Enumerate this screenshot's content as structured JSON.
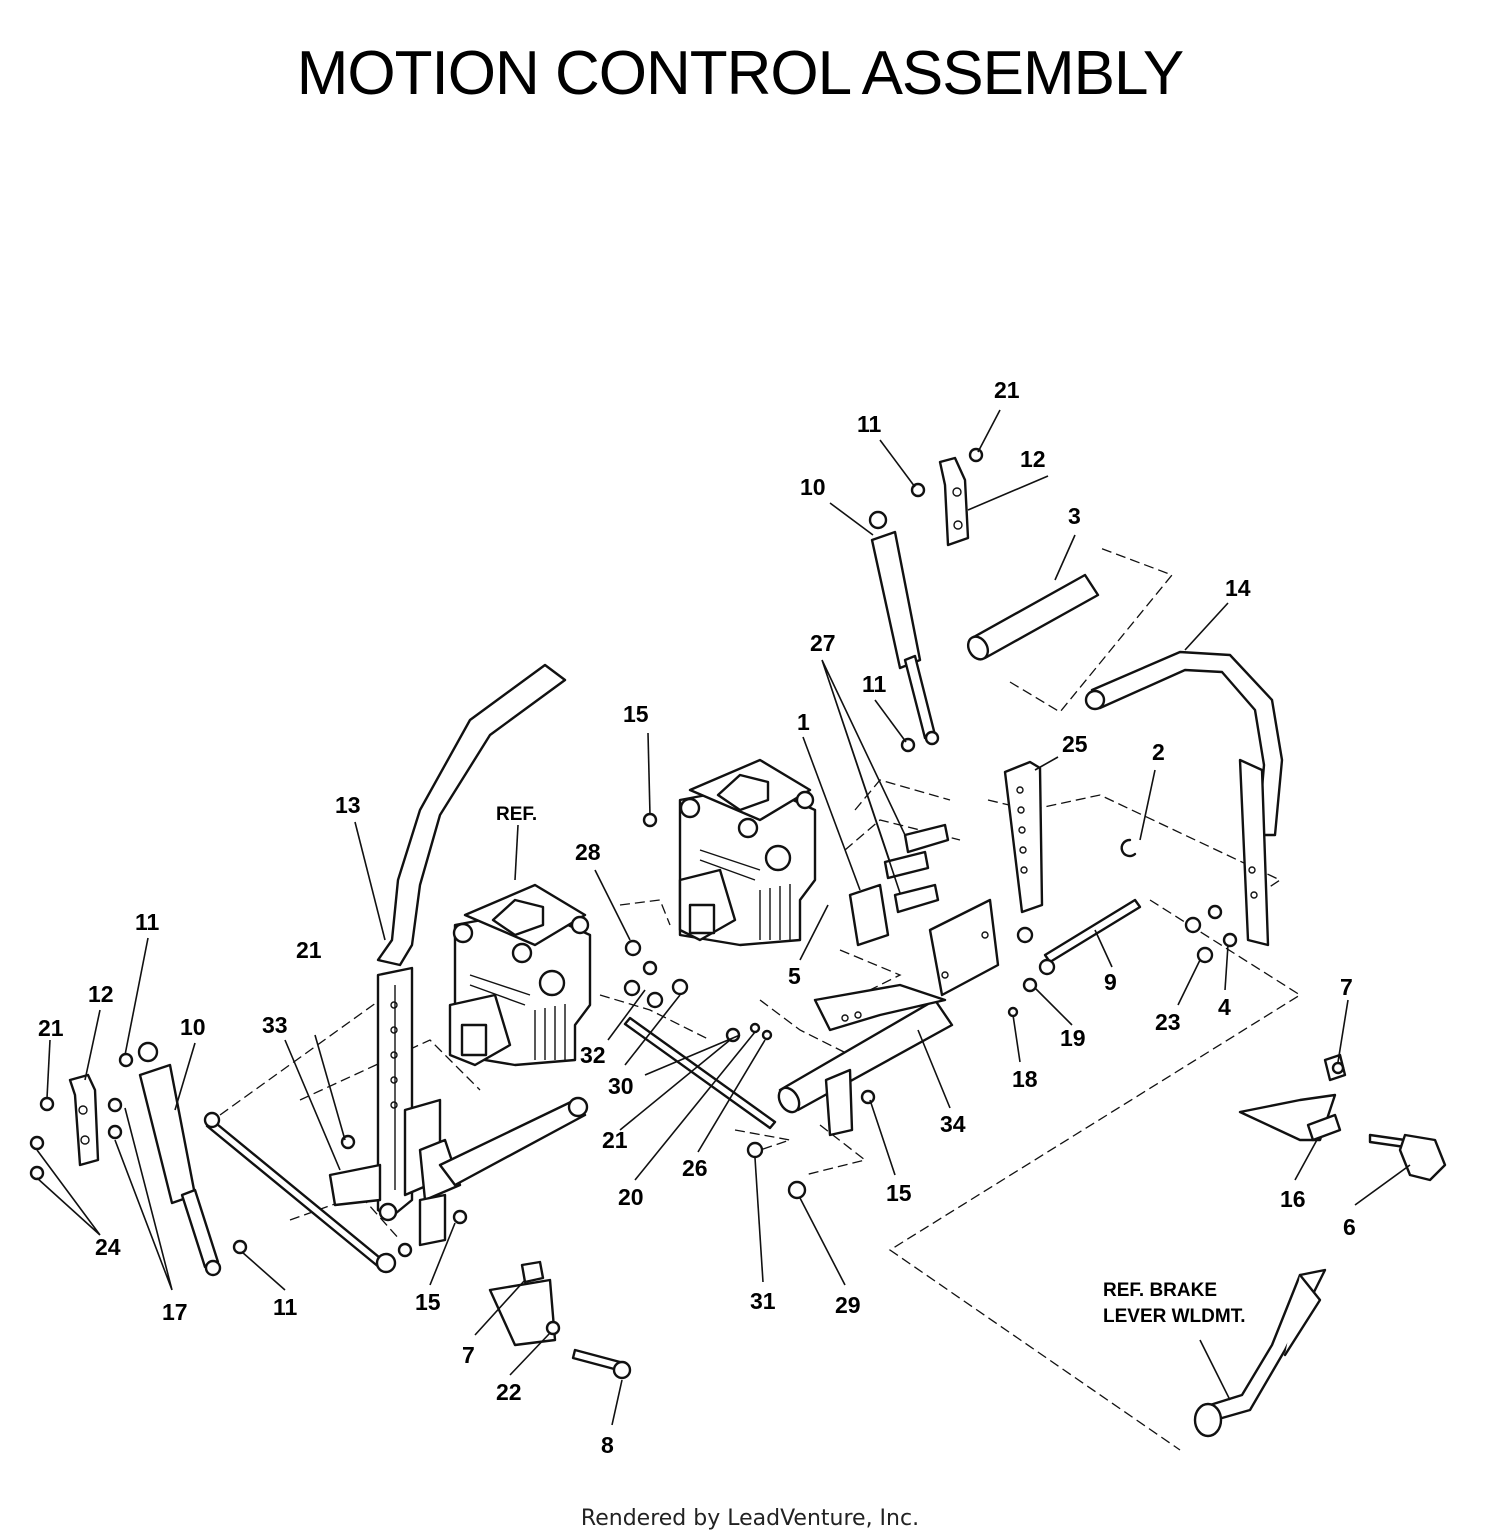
{
  "title": "MOTION CONTROL ASSEMBLY",
  "footer": "Rendered by LeadVenture, Inc.",
  "notes": {
    "ref": "REF.",
    "brake_line1": "REF. BRAKE",
    "brake_line2": "LEVER WLDMT."
  },
  "callouts": [
    {
      "id": "c1",
      "text": "1"
    },
    {
      "id": "c2",
      "text": "2"
    },
    {
      "id": "c3",
      "text": "3"
    },
    {
      "id": "c4",
      "text": "4"
    },
    {
      "id": "c5",
      "text": "5"
    },
    {
      "id": "c6",
      "text": "6"
    },
    {
      "id": "c7a",
      "text": "7"
    },
    {
      "id": "c7b",
      "text": "7"
    },
    {
      "id": "c8",
      "text": "8"
    },
    {
      "id": "c9",
      "text": "9"
    },
    {
      "id": "c10a",
      "text": "10"
    },
    {
      "id": "c10b",
      "text": "10"
    },
    {
      "id": "c11a",
      "text": "11"
    },
    {
      "id": "c11b",
      "text": "11"
    },
    {
      "id": "c11c",
      "text": "11"
    },
    {
      "id": "c11d",
      "text": "11"
    },
    {
      "id": "c12a",
      "text": "12"
    },
    {
      "id": "c12b",
      "text": "12"
    },
    {
      "id": "c13",
      "text": "13"
    },
    {
      "id": "c14",
      "text": "14"
    },
    {
      "id": "c15a",
      "text": "15"
    },
    {
      "id": "c15b",
      "text": "15"
    },
    {
      "id": "c15c",
      "text": "15"
    },
    {
      "id": "c16",
      "text": "16"
    },
    {
      "id": "c17",
      "text": "17"
    },
    {
      "id": "c18",
      "text": "18"
    },
    {
      "id": "c19",
      "text": "19"
    },
    {
      "id": "c20",
      "text": "20"
    },
    {
      "id": "c21a",
      "text": "21"
    },
    {
      "id": "c21b",
      "text": "21"
    },
    {
      "id": "c21c",
      "text": "21"
    },
    {
      "id": "c21d",
      "text": "21"
    },
    {
      "id": "c22",
      "text": "22"
    },
    {
      "id": "c23",
      "text": "23"
    },
    {
      "id": "c24",
      "text": "24"
    },
    {
      "id": "c25",
      "text": "25"
    },
    {
      "id": "c26",
      "text": "26"
    },
    {
      "id": "c27",
      "text": "27"
    },
    {
      "id": "c28",
      "text": "28"
    },
    {
      "id": "c29",
      "text": "29"
    },
    {
      "id": "c30",
      "text": "30"
    },
    {
      "id": "c31",
      "text": "31"
    },
    {
      "id": "c32",
      "text": "32"
    },
    {
      "id": "c33",
      "text": "33"
    },
    {
      "id": "c34",
      "text": "34"
    }
  ]
}
